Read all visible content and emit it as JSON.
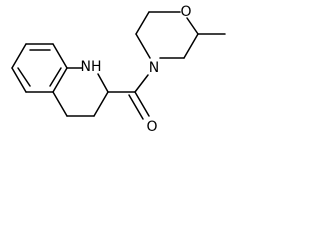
{
  "molecule": {
    "atoms": {
      "nh": "NH",
      "n": "N",
      "o_carbonyl": "O",
      "o_ring": "O"
    }
  }
}
